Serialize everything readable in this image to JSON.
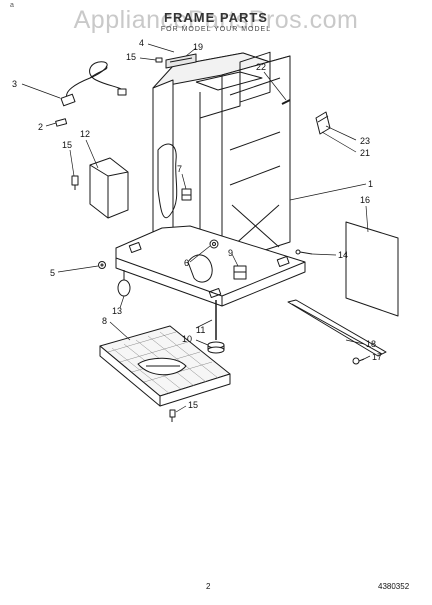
{
  "header": {
    "watermark": "AppliancePartsPros.com",
    "title": "FRAME PARTS",
    "subtitle": "FOR MODEL YOUR MODEL",
    "corner_mark": "a"
  },
  "footer": {
    "page_number": "2",
    "document_code": "4380352"
  },
  "callouts": [
    "1",
    "2",
    "3",
    "4",
    "5",
    "6",
    "7",
    "8",
    "9",
    "10",
    "11",
    "12",
    "13",
    "14",
    "15",
    "15",
    "15",
    "16",
    "17",
    "18",
    "19",
    "21",
    "22",
    "23"
  ]
}
